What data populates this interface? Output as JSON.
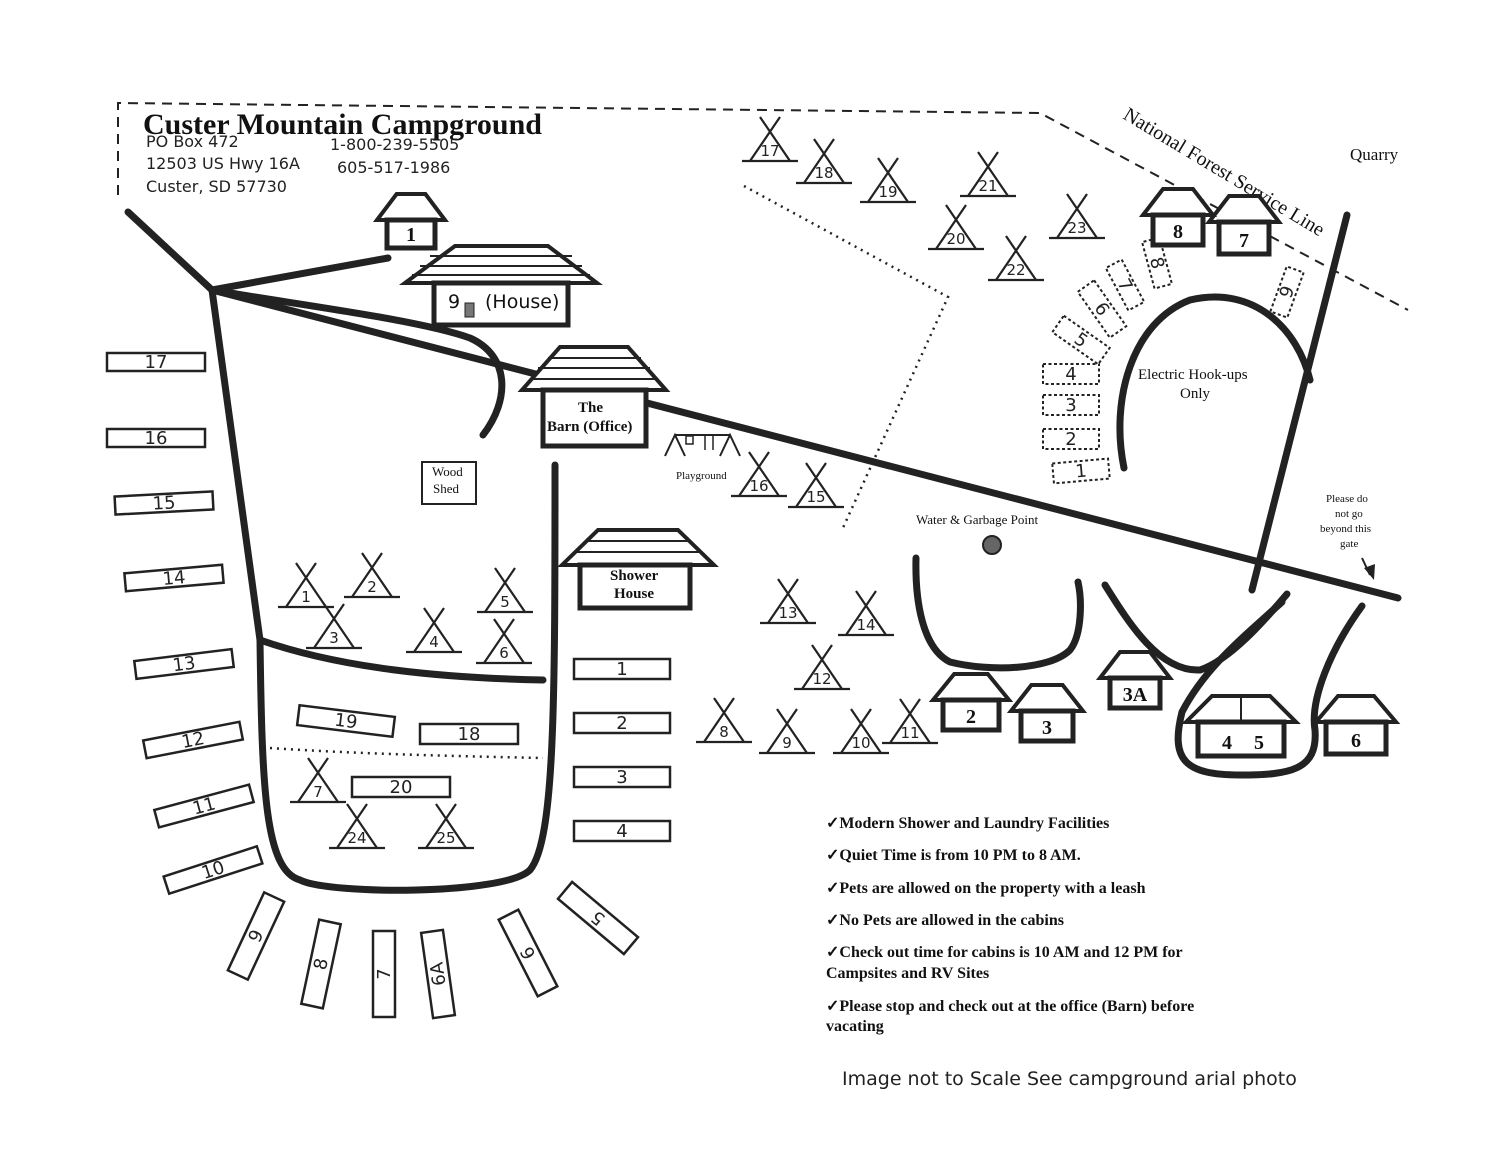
{
  "header": {
    "title": "Custer Mountain Campground",
    "address_line1": "PO Box 472",
    "address_line2": "12503 US Hwy 16A",
    "address_line3": "Custer, SD 57730",
    "phone1": "1-800-239-5505",
    "phone2": "605-517-1986"
  },
  "labels": {
    "forest_line": "National Forest Service Line",
    "quarry": "Quarry",
    "house": "(House)",
    "barn_line1": "The",
    "barn_line2": "Barn (Office)",
    "wood_shed_line1": "Wood",
    "wood_shed_line2": "Shed",
    "shower_line1": "Shower",
    "shower_line2": "House",
    "playground": "Playground",
    "water_point": "Water & Garbage Point",
    "electric_line1": "Electric Hook-ups",
    "electric_line2": "Only",
    "gate_line1": "Please do",
    "gate_line2": "not go",
    "gate_line3": "beyond this",
    "gate_line4": "gate",
    "footer_note": "Image not to Scale See campground arial photo"
  },
  "cabins": [
    "1",
    "9",
    "8",
    "7",
    "2",
    "3",
    "3A",
    "4",
    "5",
    "6"
  ],
  "tent_sites": [
    "1",
    "2",
    "3",
    "4",
    "5",
    "6",
    "7",
    "24",
    "25",
    "8",
    "9",
    "10",
    "11",
    "12",
    "13",
    "14",
    "15",
    "16",
    "17",
    "18",
    "19",
    "20",
    "21",
    "22",
    "23"
  ],
  "rv_sites_left": [
    "17",
    "16",
    "15",
    "14",
    "13",
    "12",
    "11",
    "10",
    "9",
    "8",
    "7",
    "6A",
    "6",
    "5"
  ],
  "rv_sites_center": [
    "19",
    "18",
    "20"
  ],
  "rv_sites_right": [
    "1",
    "2",
    "3",
    "4"
  ],
  "electric_sites": [
    "1",
    "2",
    "3",
    "4",
    "5",
    "6",
    "7",
    "8",
    "9"
  ],
  "notes": [
    "✓Modern Shower and Laundry Facilities",
    "✓Quiet Time is from 10 PM to 8 AM.",
    "✓Pets are allowed on the property with a leash",
    "✓No Pets are allowed in the cabins",
    "✓Check out time for cabins is 10 AM and 12 PM for",
    "Campsites and RV Sites",
    "✓Please stop and check out at the office (Barn) before",
    "vacating"
  ]
}
